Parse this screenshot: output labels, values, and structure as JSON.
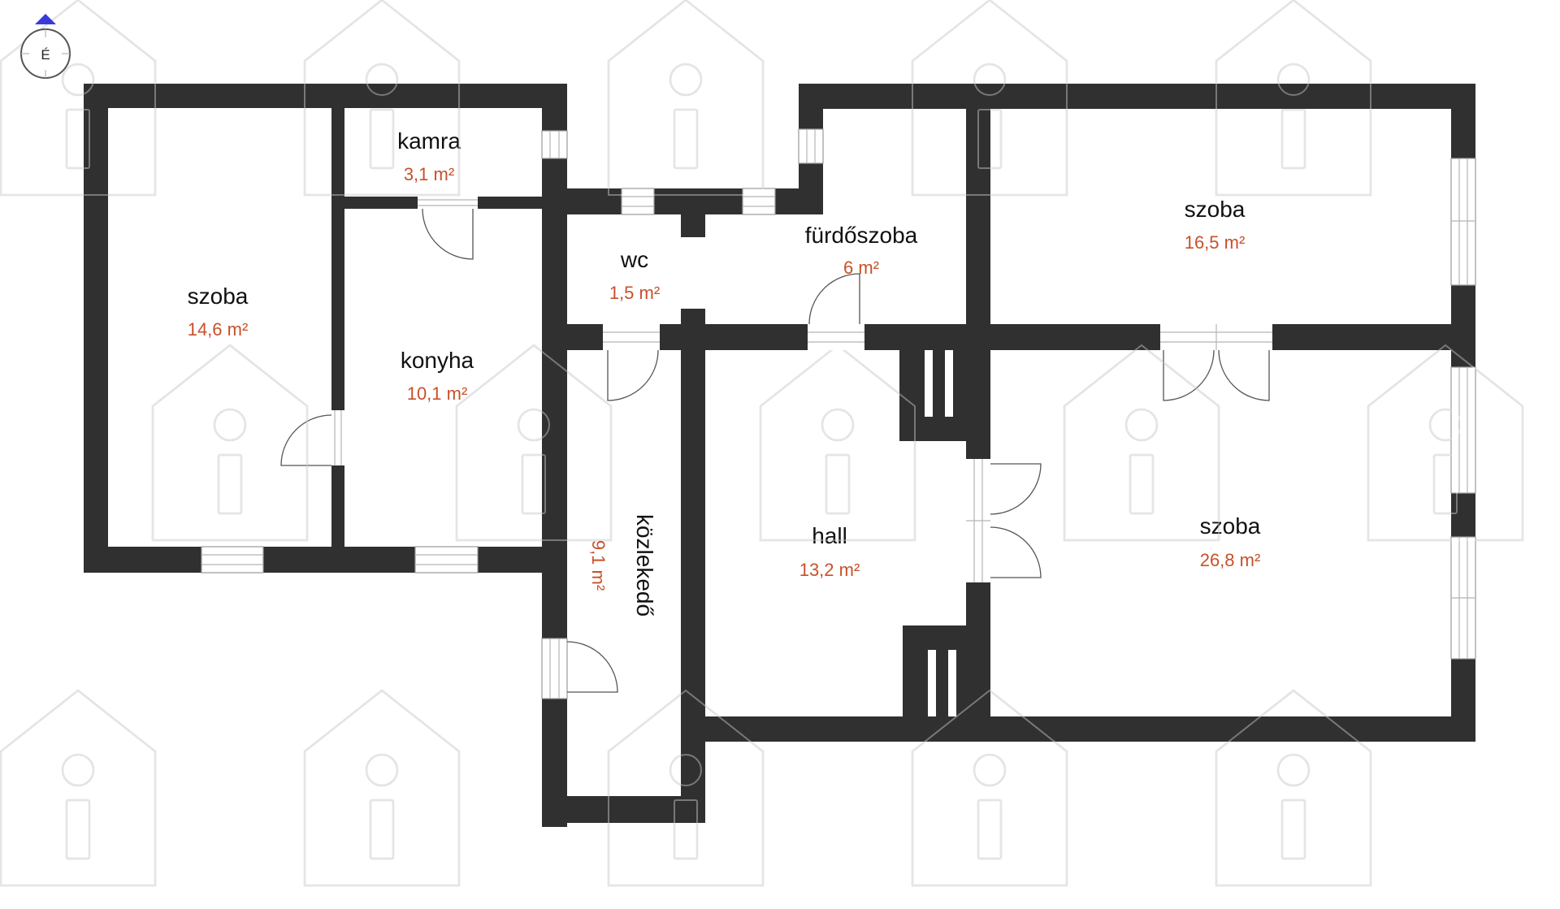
{
  "compass": {
    "north_label": "É",
    "accent_color": "#3a3adc"
  },
  "colors": {
    "wall": "#303030",
    "room_name": "#111111",
    "room_area": "#c8502a"
  },
  "rooms": [
    {
      "name": "kamra",
      "area": "3,1 m²"
    },
    {
      "name": "szoba",
      "area": "14,6 m²"
    },
    {
      "name": "konyha",
      "area": "10,1 m²"
    },
    {
      "name": "wc",
      "area": "1,5 m²"
    },
    {
      "name": "fürdőszoba",
      "area": "6 m²"
    },
    {
      "name": "szoba",
      "area": "16,5 m²"
    },
    {
      "name": "közlekedő",
      "area": "9,1 m²"
    },
    {
      "name": "hall",
      "area": "13,2 m²"
    },
    {
      "name": "szoba",
      "area": "26,8 m²"
    }
  ]
}
